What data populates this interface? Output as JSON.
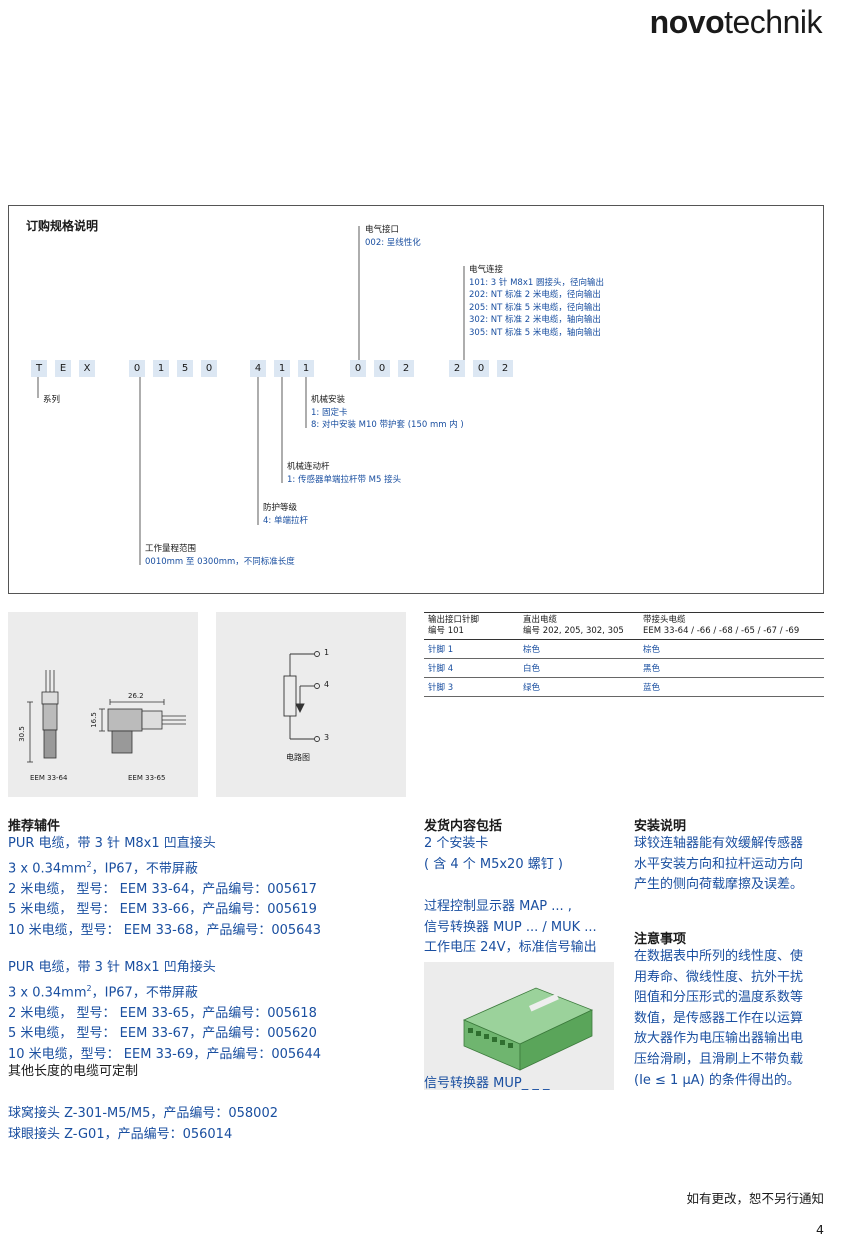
{
  "header": {
    "brand_bold": "novo",
    "brand_light": "technik"
  },
  "order": {
    "title": "订购规格说明",
    "code": [
      "T",
      "E",
      "X",
      "0",
      "1",
      "5",
      "0",
      "4",
      "1",
      "1",
      "0",
      "0",
      "2",
      "2",
      "0",
      "2"
    ],
    "electrical_interface": {
      "head": "电气接口",
      "value": "002: 呈线性化"
    },
    "electrical_connection": {
      "head": "电气连接",
      "values": [
        "101: 3 针 M8x1 圆接头，径向输出",
        "202: NT 标准 2 米电缆，径向输出",
        "205: NT 标准 5 米电缆，径向输出",
        "302: NT 标准 2 米电缆，轴向输出",
        "305: NT 标准 5 米电缆，轴向输出"
      ]
    },
    "series": {
      "head": "系列"
    },
    "mech_mount": {
      "head": "机械安装",
      "values": [
        "1: 固定卡",
        "8: 对中安装 M10 带护套 (150 mm 内 )"
      ]
    },
    "mech_rod": {
      "head": "机械连动杆",
      "value": "1: 传感器单端拉杆带 M5 接头"
    },
    "protection": {
      "head": "防护等级",
      "value": "4: 单端拉杆"
    },
    "range": {
      "head": "工作量程范围",
      "value": "0010mm 至 0300mm，不同标准长度"
    }
  },
  "drawing": {
    "dim1": "26.2",
    "dim2": "16.5",
    "dim3": "30.5",
    "label1": "EEM 33-64",
    "label2": "EEM 33-65"
  },
  "circuit": {
    "pin1": "1",
    "pin4": "4",
    "pin3": "3",
    "caption": "电路图"
  },
  "pin_table": {
    "headers": [
      [
        "输出接口针脚",
        "编号 101"
      ],
      [
        "直出电缆",
        "编号 202, 205, 302, 305"
      ],
      [
        "带接头电缆",
        "EEM 33-64 / -66 / -68 / -65 / -67 / -69"
      ]
    ],
    "rows": [
      [
        "针脚 1",
        "棕色",
        "棕色"
      ],
      [
        "针脚 4",
        "白色",
        "黑色"
      ],
      [
        "针脚 3",
        "绿色",
        "蓝色"
      ]
    ]
  },
  "accessories": {
    "title": "推荐辅件",
    "group1": [
      "PUR 电缆，带 3 针 M8x1 凹直接头",
      "3 x 0.34mm",
      "，IP67，不带屏蔽",
      "2 米电缆，   型号： EEM 33-64，产品编号：005617",
      "5 米电缆，   型号： EEM 33-66，产品编号：005619",
      "10 米电缆，型号： EEM 33-68，产品编号：005643"
    ],
    "group2": [
      "PUR 电缆，带 3 针 M8x1 凹角接头",
      "3 x 0.34mm",
      "，IP67，不带屏蔽",
      "2 米电缆，   型号： EEM 33-65，产品编号：005618",
      "5 米电缆，   型号： EEM 33-67，产品编号：005620",
      "10 米电缆，型号： EEM 33-69，产品编号：005644"
    ],
    "other": "其他长度的电缆可定制",
    "joints": [
      "球窝接头 Z-301-M5/M5，产品编号：058002",
      "球眼接头 Z-G01，产品编号：056014"
    ],
    "sq": "2"
  },
  "delivery": {
    "title": "发货内容包括",
    "lines": [
      "2 个安装卡",
      "( 含 4 个 M5x20 螺钉 )"
    ],
    "map_lines": [
      "过程控制显示器 MAP ... ,",
      "信号转换器 MUP ... / MUK ...",
      "工作电压 24V，标准信号输出"
    ],
    "image_caption": "信号转换器 MUP_ _ _"
  },
  "install": {
    "title": "安装说明",
    "lines": [
      "球铰连轴器能有效缓解传感器",
      "水平安装方向和拉杆运动方向",
      "产生的侧向荷载摩擦及误差。"
    ]
  },
  "notes": {
    "title": "注意事项",
    "lines": [
      "在数据表中所列的线性度、使",
      "用寿命、微线性度、抗外干扰",
      "阻值和分压形式的温度系数等",
      "数值，是传感器工作在以运算",
      "放大器作为电压输出器输出电",
      "压给滑刷，且滑刷上不带负载",
      "(Ie ≤ 1 µA) 的条件得出的。"
    ]
  },
  "footer": {
    "notice": "如有更改，恕不另行通知",
    "page": "4"
  }
}
